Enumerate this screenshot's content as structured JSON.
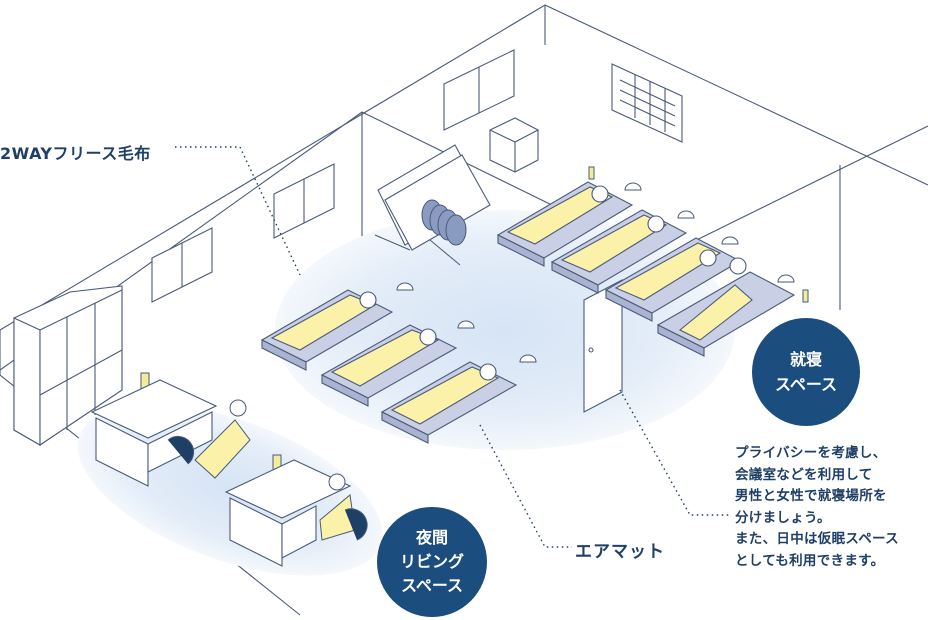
{
  "callouts": {
    "blanket": "2WAYフリース毛布",
    "air_mat": "エアマット"
  },
  "badges": {
    "sleeping_area": [
      "就寝",
      "スペース"
    ],
    "night_living_area": [
      "夜間",
      "リビング",
      "スペース"
    ]
  },
  "note": {
    "lines": [
      "プライバシーを考慮し、",
      "会議室などを利用して",
      "男性と女性で就寝場所を",
      "分けましょう。",
      "また、日中は仮眠スペース",
      "としても利用できます。"
    ]
  },
  "colors": {
    "line": "#4a5a78",
    "floor_glow": "#dde8f6",
    "mat": "#c9cfe4",
    "blanket": "#fbf1a8",
    "badge": "#1b4d7e",
    "text": "#1e3f66"
  }
}
